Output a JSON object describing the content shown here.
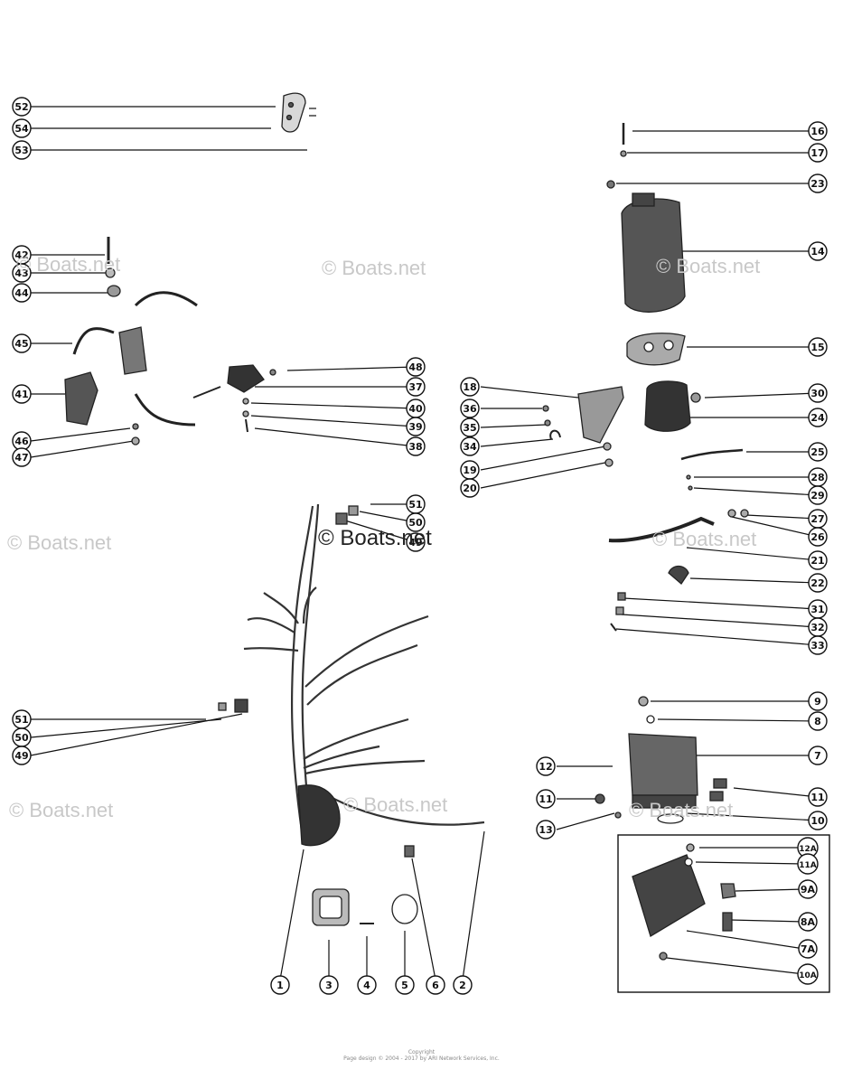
{
  "watermark": "© Boats.net",
  "callouts": {
    "left": [
      "52",
      "54",
      "53",
      "42",
      "43",
      "44",
      "45",
      "41",
      "46",
      "47",
      "51",
      "50",
      "49"
    ],
    "center": [
      "48",
      "37",
      "40",
      "39",
      "38",
      "51",
      "50",
      "49"
    ],
    "right": [
      "16",
      "17",
      "23",
      "14",
      "15",
      "30",
      "24",
      "25",
      "28",
      "29",
      "27",
      "26",
      "21",
      "22",
      "31",
      "32",
      "33",
      "9",
      "8",
      "7",
      "11",
      "10",
      "12A",
      "11A",
      "9A",
      "8A",
      "7A",
      "10A"
    ],
    "mid": [
      "18",
      "36",
      "35",
      "34",
      "19",
      "20"
    ],
    "bottom": [
      "1",
      "3",
      "4",
      "5",
      "6",
      "2"
    ],
    "lower_left": [
      "12",
      "11",
      "13"
    ]
  },
  "footer": {
    "line1": "Copyright",
    "line2": "Page design © 2004 - 2017 by ARI Network Services, Inc."
  }
}
